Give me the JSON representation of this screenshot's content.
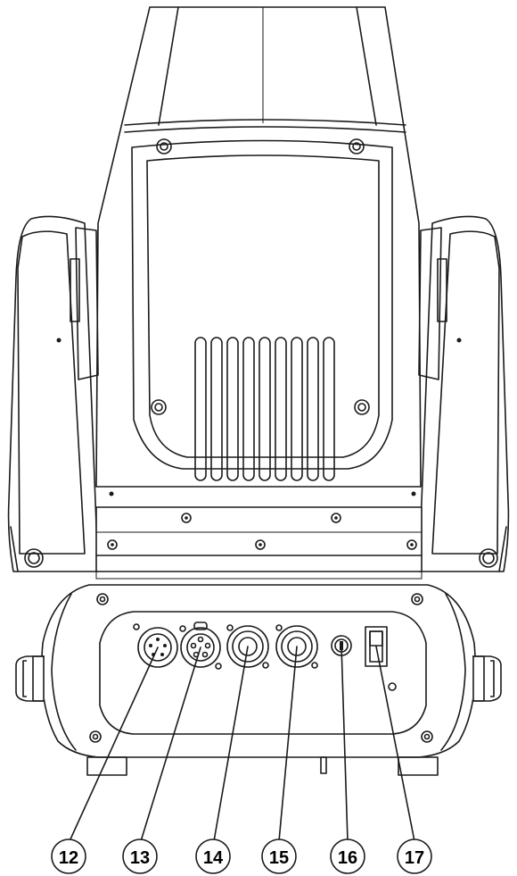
{
  "callouts": [
    {
      "label": "12",
      "target": "xlr-5pin-input"
    },
    {
      "label": "13",
      "target": "xlr-5pin-output"
    },
    {
      "label": "14",
      "target": "power-connector-input"
    },
    {
      "label": "15",
      "target": "power-connector-output"
    },
    {
      "label": "16",
      "target": "fuse-holder"
    },
    {
      "label": "17",
      "target": "power-switch"
    }
  ],
  "colors": {
    "line": "#1a1a1a",
    "background": "#ffffff"
  }
}
